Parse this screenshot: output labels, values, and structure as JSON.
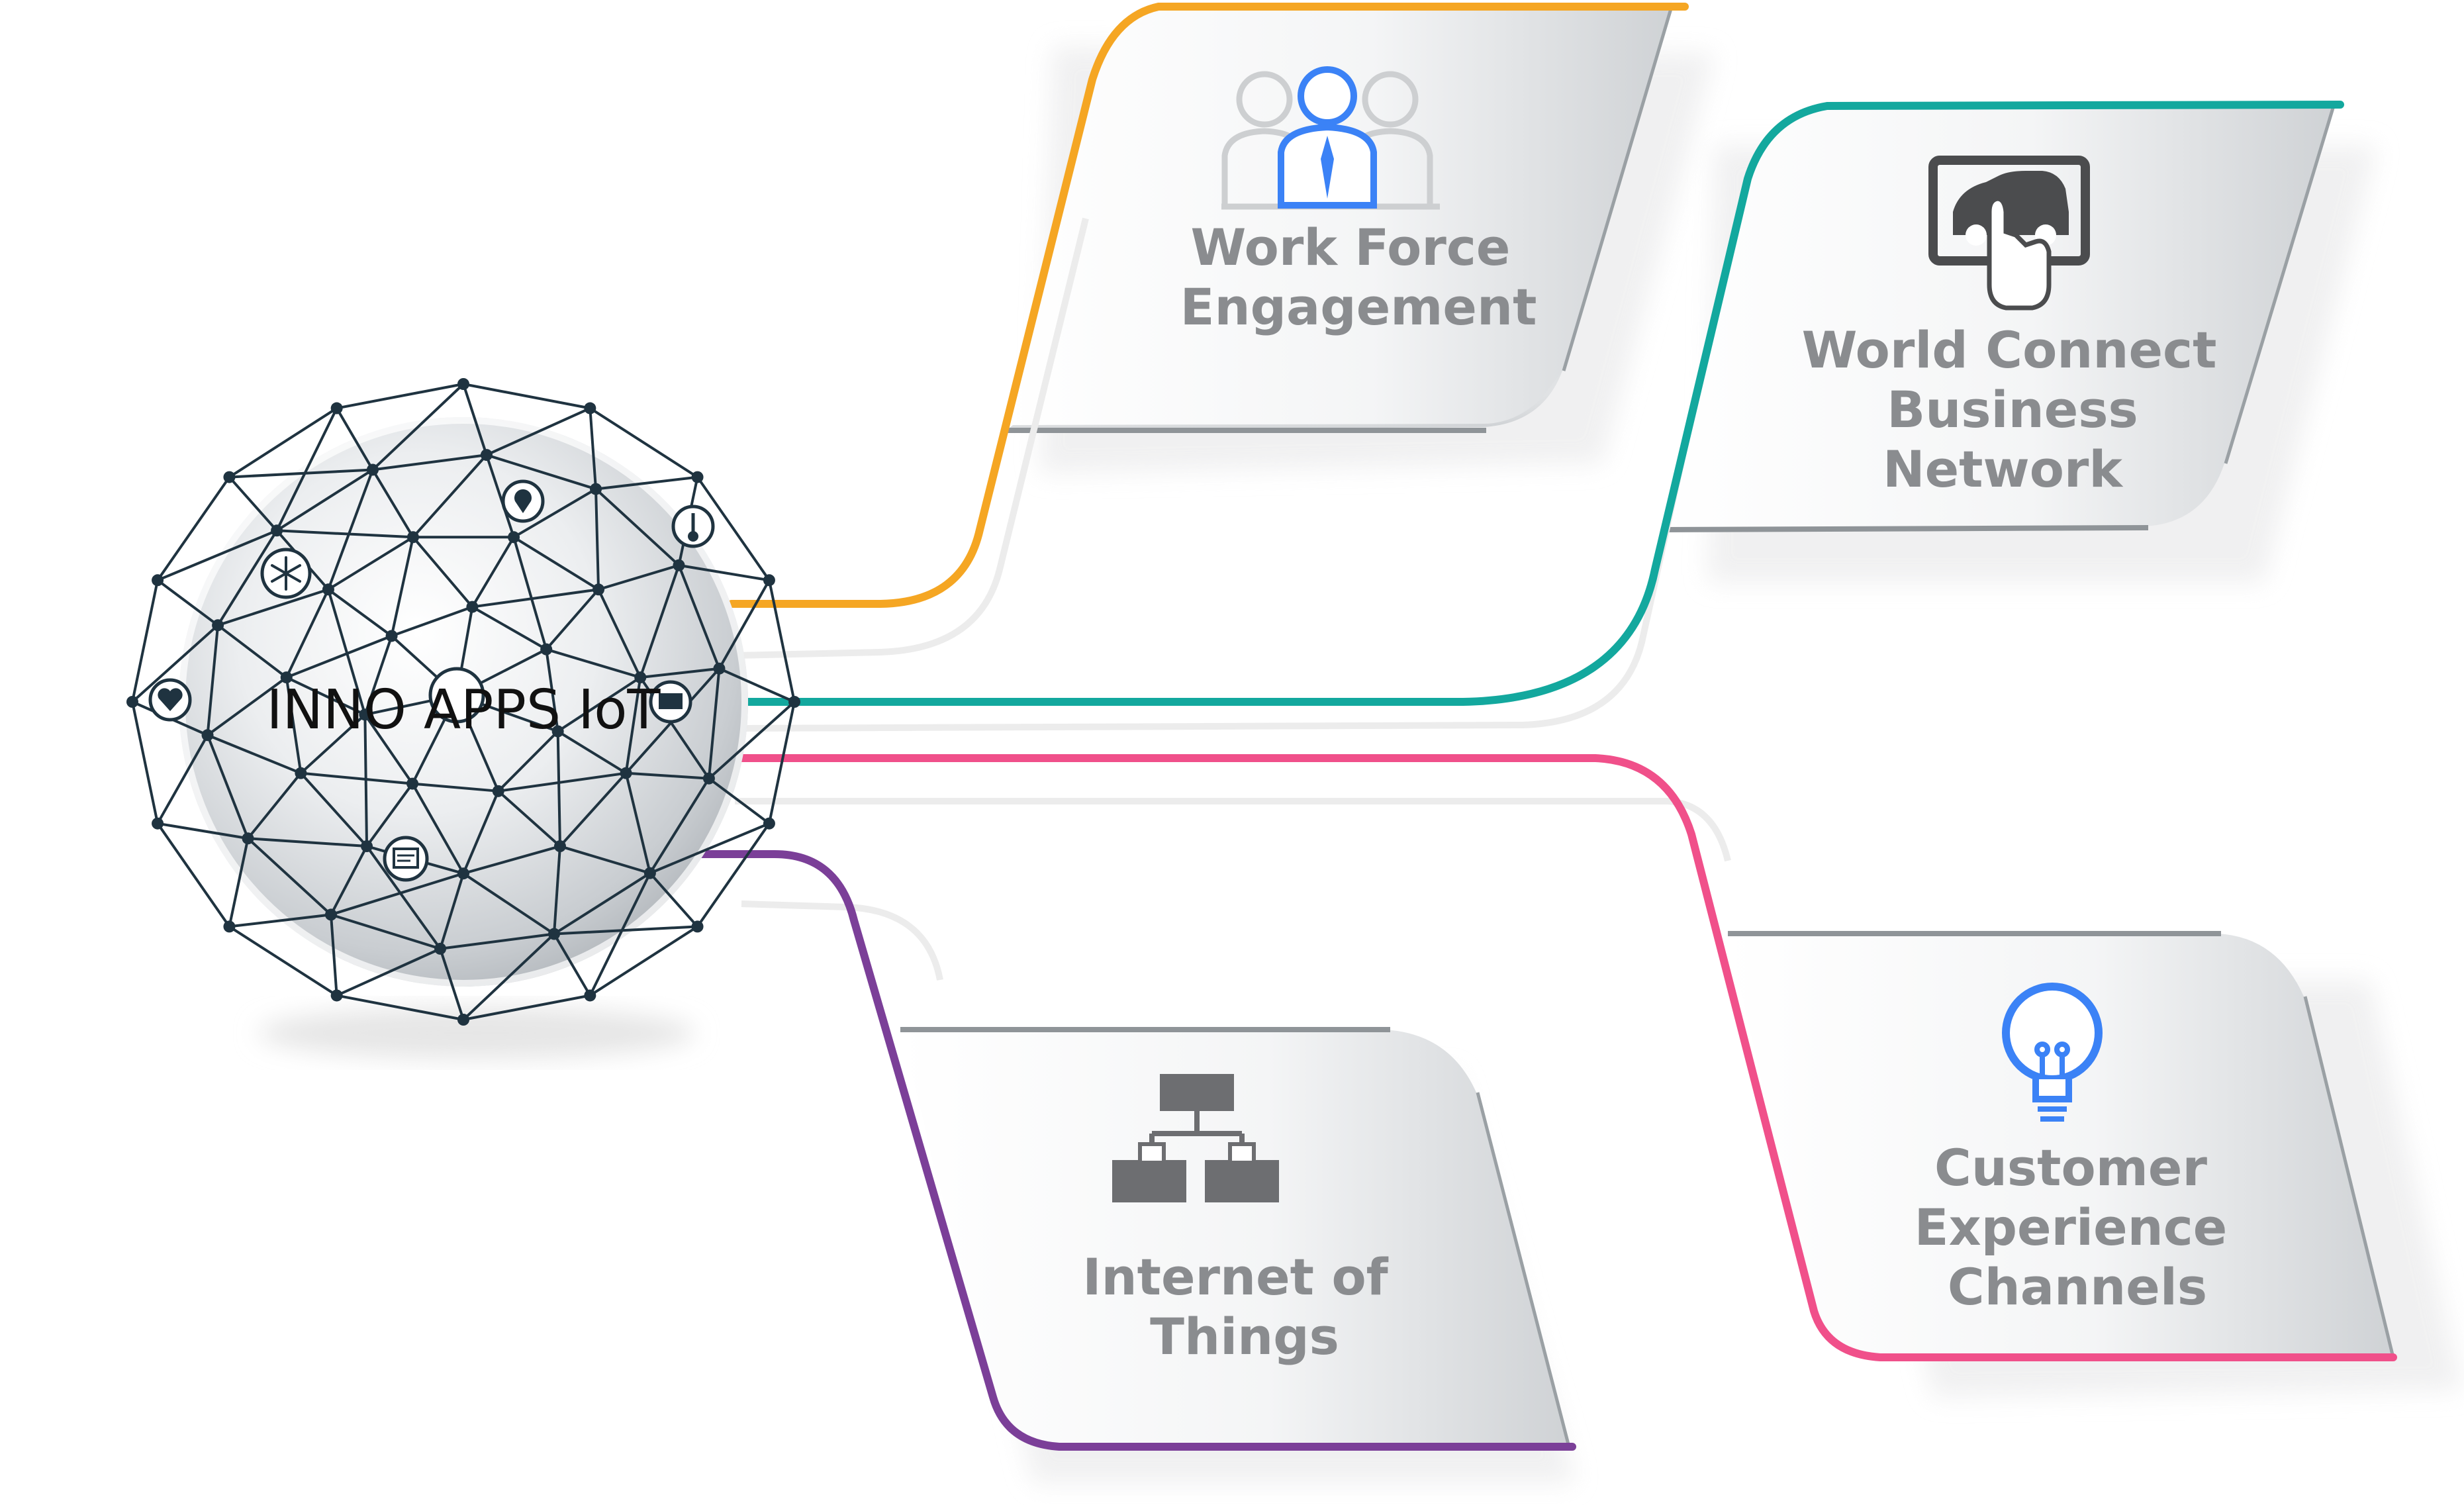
{
  "hub": {
    "title": "INNO APPS IoT"
  },
  "cards": [
    {
      "id": "workforce",
      "lines": [
        "Work Force",
        "Engagement"
      ],
      "icon": "team-person-icon",
      "accent": "#f5a623"
    },
    {
      "id": "world-connect",
      "lines": [
        "World Connect",
        "Business",
        "Network"
      ],
      "icon": "tablet-car-touch-icon",
      "accent": "#13a89e"
    },
    {
      "id": "iot",
      "lines": [
        "Internet of",
        "Things"
      ],
      "icon": "hierarchy-network-icon",
      "accent": "#7b3f98"
    },
    {
      "id": "customer",
      "lines": [
        "Customer",
        "Experience",
        "Channels"
      ],
      "icon": "lightbulb-icon",
      "accent": "#f0508a"
    }
  ],
  "colors": {
    "card_text": "#8a8c8f",
    "icon_blue": "#3b82f6",
    "icon_gray": "#6d6e71",
    "network_line": "#1f3340"
  }
}
